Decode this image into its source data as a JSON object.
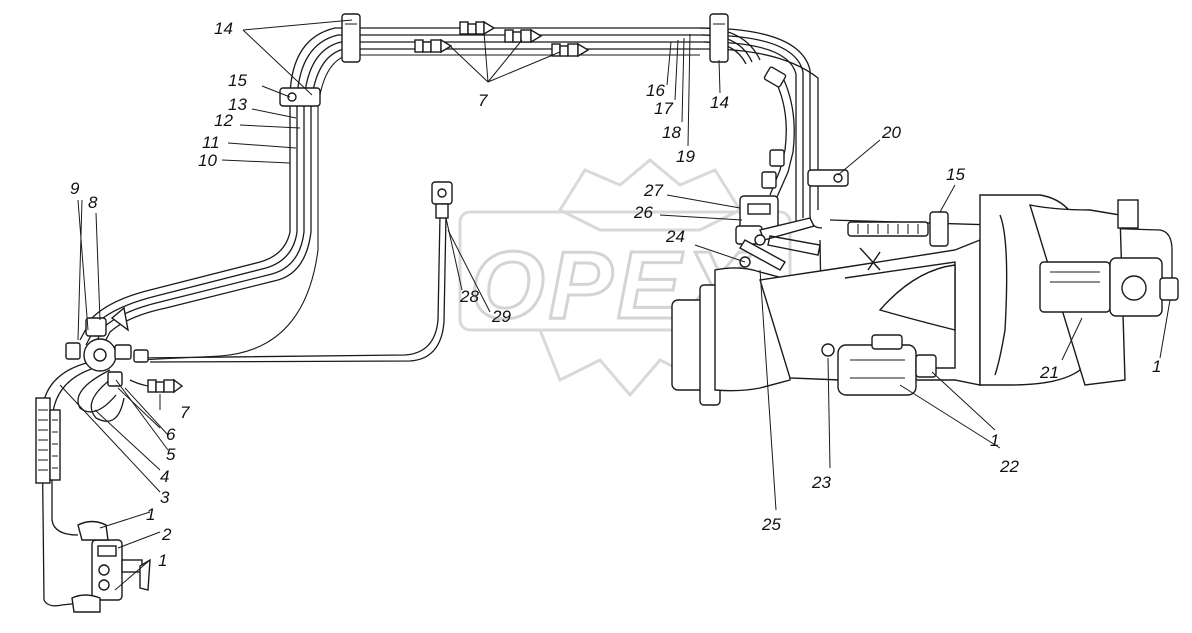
{
  "watermark": "OPEX",
  "labels": [
    {
      "id": "l14a",
      "text": "14"
    },
    {
      "id": "l15a",
      "text": "15"
    },
    {
      "id": "l13",
      "text": "13"
    },
    {
      "id": "l12",
      "text": "12"
    },
    {
      "id": "l11",
      "text": "11"
    },
    {
      "id": "l10",
      "text": "10"
    },
    {
      "id": "l9",
      "text": "9"
    },
    {
      "id": "l8",
      "text": "8"
    },
    {
      "id": "l7a",
      "text": "7"
    },
    {
      "id": "l16",
      "text": "16"
    },
    {
      "id": "l17",
      "text": "17"
    },
    {
      "id": "l18",
      "text": "18"
    },
    {
      "id": "l19",
      "text": "19"
    },
    {
      "id": "l14b",
      "text": "14"
    },
    {
      "id": "l20",
      "text": "20"
    },
    {
      "id": "l15b",
      "text": "15"
    },
    {
      "id": "l27",
      "text": "27"
    },
    {
      "id": "l26",
      "text": "26"
    },
    {
      "id": "l24",
      "text": "24"
    },
    {
      "id": "l28",
      "text": "28"
    },
    {
      "id": "l29",
      "text": "29"
    },
    {
      "id": "l7b",
      "text": "7"
    },
    {
      "id": "l6",
      "text": "6"
    },
    {
      "id": "l5",
      "text": "5"
    },
    {
      "id": "l4",
      "text": "4"
    },
    {
      "id": "l3",
      "text": "3"
    },
    {
      "id": "l1a",
      "text": "1"
    },
    {
      "id": "l2",
      "text": "2"
    },
    {
      "id": "l1b",
      "text": "1"
    },
    {
      "id": "l21",
      "text": "21"
    },
    {
      "id": "l1c",
      "text": "1"
    },
    {
      "id": "l1d",
      "text": "1"
    },
    {
      "id": "l22",
      "text": "22"
    },
    {
      "id": "l23",
      "text": "23"
    },
    {
      "id": "l25",
      "text": "25"
    }
  ]
}
